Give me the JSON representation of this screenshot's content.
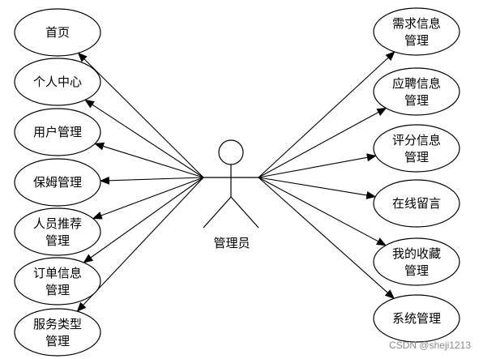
{
  "actor": {
    "label": "管理员"
  },
  "left_use_cases": [
    {
      "lines": [
        "首页"
      ]
    },
    {
      "lines": [
        "个人中心"
      ]
    },
    {
      "lines": [
        "用户管理"
      ]
    },
    {
      "lines": [
        "保姆管理"
      ]
    },
    {
      "lines": [
        "人员推荐",
        "管理"
      ]
    },
    {
      "lines": [
        "订单信息",
        "管理"
      ]
    },
    {
      "lines": [
        "服务类型",
        "管理"
      ]
    }
  ],
  "right_use_cases": [
    {
      "lines": [
        "需求信息",
        "管理"
      ]
    },
    {
      "lines": [
        "应聘信息",
        "管理"
      ]
    },
    {
      "lines": [
        "评分信息",
        "管理"
      ]
    },
    {
      "lines": [
        "在线留言"
      ]
    },
    {
      "lines": [
        "我的收藏",
        "管理"
      ]
    },
    {
      "lines": [
        "系统管理"
      ]
    }
  ],
  "watermark": "CSDN @sheji1213"
}
